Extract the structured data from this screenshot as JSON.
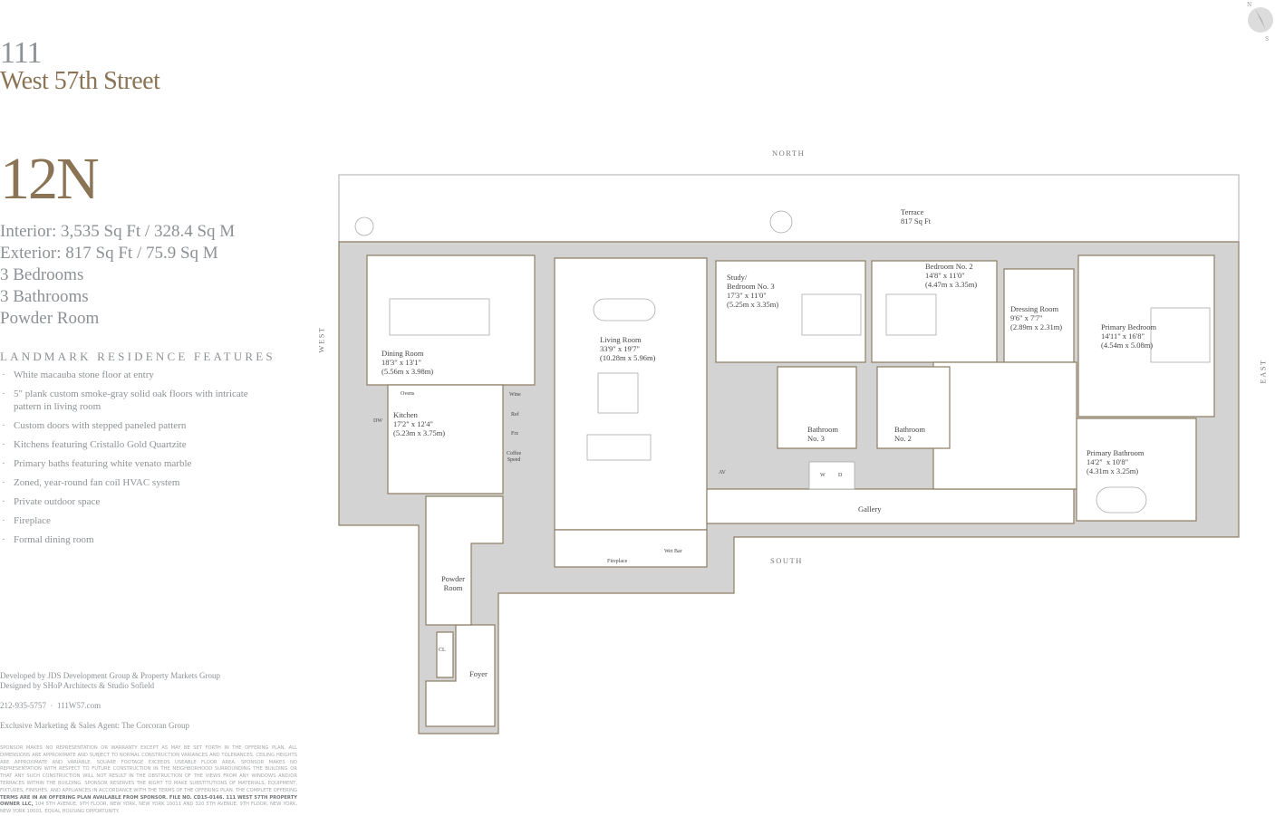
{
  "building": {
    "number": "111",
    "street": "West 57th Street"
  },
  "unit": "12N",
  "stats": [
    "Interior: 3,535 Sq Ft / 328.4 Sq M",
    "Exterior: 817 Sq Ft /  75.9  Sq M",
    "3 Bedrooms",
    "3 Bathrooms",
    "Powder Room"
  ],
  "features": {
    "title": "LANDMARK RESIDENCE FEATURES",
    "items": [
      "White macauba stone floor at entry",
      "5\" plank custom smoke-gray solid oak floors with intricate pattern in living room",
      "Custom doors with stepped paneled pattern",
      "Kitchens featuring Cristallo Gold Quartzite",
      "Primary baths featuring white venato marble",
      "Zoned, year-round fan coil HVAC system",
      "Private outdoor space",
      "Fireplace",
      "Formal dining room"
    ]
  },
  "credits": {
    "developed": "Developed by JDS Development Group & Property Markets Group",
    "designed": "Designed by SHoP Architects & Studio Sofield",
    "phone": "212-935-5757",
    "separator": "·",
    "website": "111W57.com",
    "agent": "Exclusive Marketing & Sales Agent: The Corcoran Group"
  },
  "disclaimer": {
    "text": "SPONSOR MAKES NO REPRESENTATION OR WARRANTY EXCEPT AS MAY BE SET FORTH IN THE OFFERING PLAN. ALL DIMENSIONS ARE APPROXIMATE AND SUBJECT TO NORMAL CONSTRUCTION VARIANCES AND TOLERANCES. CEILING HEIGHTS ARE APPROXIMATE AND VARIABLE. SQUARE FOOTAGE EXCEEDS USEABLE FLOOR AREA. SPONSOR MAKES NO REPRESENTATION WITH RESPECT TO FUTURE CONSTRUCTION IN THE NEIGHBORHOOD SURROUNDING THE BUILDING OR THAT ANY SUCH CONSTRUCTION WILL NOT RESULT IN THE OBSTRUCTION OF THE VIEWS FROM ANY WINDOWS AND/OR TERRACES WITHIN THE BUILDING. SPONSOR RESERVES THE RIGHT TO MAKE SUBSTITUTIONS OF MATERIALS, EQUIPMENT, FIXTURES, FINISHES, AND APPLIANCES IN ACCORDANCE WITH THE TERMS OF THE OFFERING PLAN. THE COMPLETE OFFERING",
    "bold": "TERMS ARE IN AN OFFERING PLAN AVAILABLE FROM SPONSOR. FILE NO. CD15-0146. 111 WEST 57TH PROPERTY OWNER LLC,",
    "address": "104 5TH AVENUE, 9TH FLOOR, NEW YORK, NEW YORK 10011 AND 320 5TH AVENUE, 9TH FLOOR, NEW YORK, NEW YORK 10001. EQUAL HOUSING OPPORTUNITY."
  },
  "compass": {
    "n": "N",
    "s": "S"
  },
  "directions": {
    "north": "NORTH",
    "south": "SOUTH",
    "east": "EAST",
    "west": "WEST"
  },
  "rooms": {
    "terrace": "Terrace\n817 Sq Ft",
    "dining": "Dining Room\n18'3\" x 13'1\"\n(5.56m x 3.98m)",
    "living": "Living Room\n33'9\" x 19'7\"\n(10.28m x 5.96m)",
    "study": "Study/\nBedroom No. 3\n17'3\" x 11'0\"\n(5.25m x 3.35m)",
    "bedroom2": "Bedroom No. 2\n14'8\" x 11'0\"\n(4.47m x 3.35m)",
    "dressing": "Dressing Room\n9'6\" x 7'7\"\n(2.89m x 2.31m)",
    "primary_bedroom": "Primary Bedroom\n14'11\" x 16'8\"\n(4.54m x 5.08m)",
    "kitchen": "Kitchen\n17'2\" x 12'4\"\n(5.23m x 3.75m)",
    "bath3": "Bathroom\nNo. 3",
    "bath2": "Bathroom\nNo. 2",
    "primary_bath": "Primary Bathroom\n14'2\"  x 10'8\"\n(4.31m x 3.25m)",
    "gallery": "Gallery",
    "powder": "Powder\nRoom",
    "foyer": "Foyer",
    "closet": "CL"
  },
  "fixtures": {
    "ovens": "Ovens",
    "dw": "DW",
    "wine": "Wine",
    "ref": "Ref",
    "frz": "Frz",
    "coffee": "Coffee\nSpeed",
    "av": "AV",
    "washer": "W",
    "dryer": "D",
    "fireplace": "Fireplace",
    "wet_bar": "Wet Bar"
  }
}
